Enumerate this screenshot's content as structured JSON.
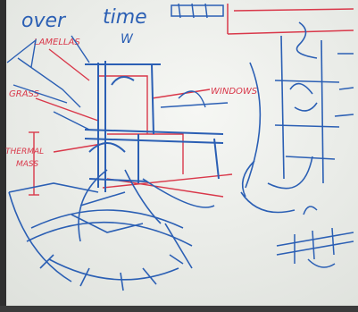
{
  "whiteboard": {
    "heading_line1": "over",
    "heading_line2": "time",
    "heading_sub": "W",
    "labels": {
      "lamellas": "LAMELLAS",
      "grass": "GRASS",
      "thermal_mass_1": "THERMAL",
      "thermal_mass_2": "MASS",
      "windows": "WINDOWS"
    }
  },
  "colors": {
    "board": "#eef0ec",
    "blue_marker": "#2b5fb4",
    "red_marker": "#d9384a",
    "frame_edge": "#3a3a3a"
  }
}
